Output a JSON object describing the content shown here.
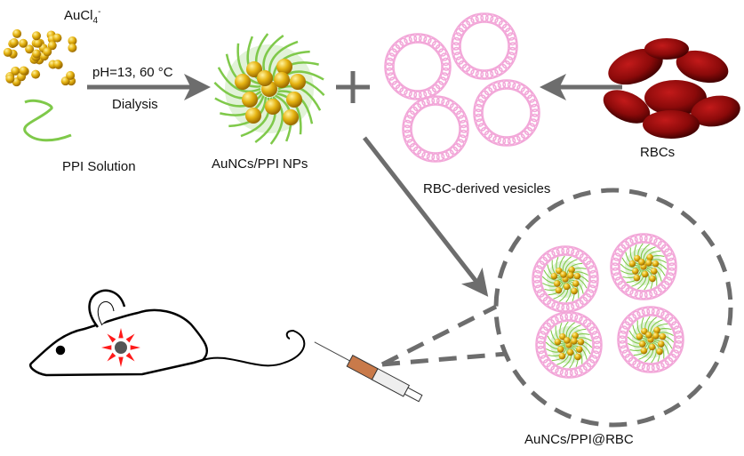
{
  "labels": {
    "aucl4": "AuCl",
    "aucl4_sub": "4",
    "aucl4_sup": "-",
    "ppi_solution": "PPI Solution",
    "condition": "pH=13, 60 °C",
    "dialysis": "Dialysis",
    "nps": "AuNCs/PPI NPs",
    "vesicles": "RBC-derived vesicles",
    "rbcs": "RBCs",
    "product": "AuNCs/PPI@RBC"
  },
  "colors": {
    "gold": "#e6b412",
    "polymer_green": "#7fc94a",
    "vesicle_pink": "#f2a6d8",
    "rbc_red": "#8b0a0a",
    "arrow_gray": "#6d6d6d",
    "glow_red": "#ff1a1a"
  }
}
